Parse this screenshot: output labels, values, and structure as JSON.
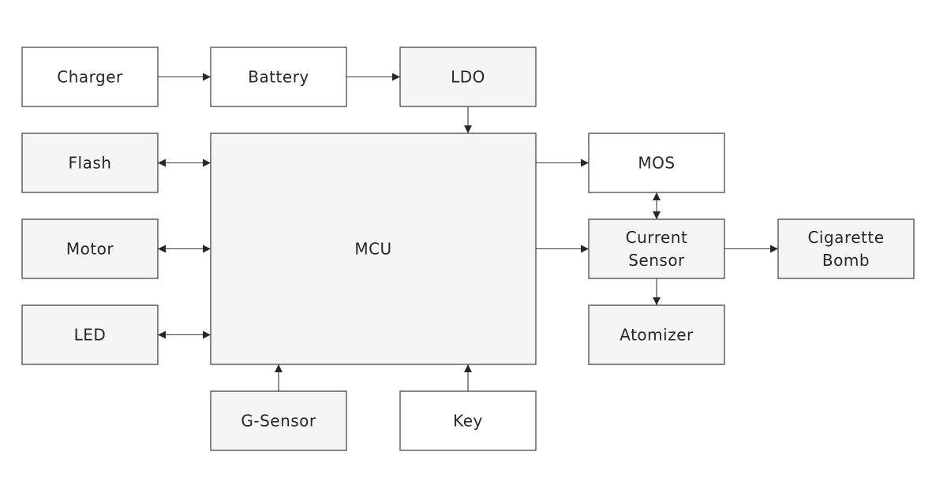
{
  "diagram": {
    "type": "block-diagram",
    "colors": {
      "white_fill": "#ffffff",
      "gray_fill": "#f5f5f5",
      "stroke": "#3a3a3a",
      "text": "#2a2627"
    },
    "blocks": [
      {
        "id": "charger",
        "lines": [
          "Charger"
        ],
        "fill": "white"
      },
      {
        "id": "battery",
        "lines": [
          "Battery"
        ],
        "fill": "white"
      },
      {
        "id": "ldo",
        "lines": [
          "LDO"
        ],
        "fill": "gray"
      },
      {
        "id": "flash",
        "lines": [
          "Flash"
        ],
        "fill": "gray"
      },
      {
        "id": "motor",
        "lines": [
          "Motor"
        ],
        "fill": "gray"
      },
      {
        "id": "led",
        "lines": [
          "LED"
        ],
        "fill": "gray"
      },
      {
        "id": "mcu",
        "lines": [
          "MCU"
        ],
        "fill": "gray"
      },
      {
        "id": "mos",
        "lines": [
          "MOS"
        ],
        "fill": "white"
      },
      {
        "id": "current-sensor",
        "lines": [
          "Current",
          "Sensor"
        ],
        "fill": "gray"
      },
      {
        "id": "cigarette-bomb",
        "lines": [
          "Cigarette",
          "Bomb"
        ],
        "fill": "gray"
      },
      {
        "id": "atomizer",
        "lines": [
          "Atomizer"
        ],
        "fill": "gray"
      },
      {
        "id": "g-sensor",
        "lines": [
          "G-Sensor"
        ],
        "fill": "gray"
      },
      {
        "id": "key",
        "lines": [
          "Key"
        ],
        "fill": "white"
      }
    ],
    "connections": [
      {
        "from": "charger",
        "to": "battery",
        "direction": "forward"
      },
      {
        "from": "battery",
        "to": "ldo",
        "direction": "forward"
      },
      {
        "from": "ldo",
        "to": "mcu",
        "direction": "forward"
      },
      {
        "from": "flash",
        "to": "mcu",
        "direction": "bidirectional"
      },
      {
        "from": "motor",
        "to": "mcu",
        "direction": "bidirectional"
      },
      {
        "from": "led",
        "to": "mcu",
        "direction": "bidirectional"
      },
      {
        "from": "mcu",
        "to": "mos",
        "direction": "forward"
      },
      {
        "from": "mcu",
        "to": "current-sensor",
        "direction": "forward"
      },
      {
        "from": "mos",
        "to": "current-sensor",
        "direction": "bidirectional"
      },
      {
        "from": "current-sensor",
        "to": "cigarette-bomb",
        "direction": "forward"
      },
      {
        "from": "current-sensor",
        "to": "atomizer",
        "direction": "forward"
      },
      {
        "from": "g-sensor",
        "to": "mcu",
        "direction": "forward"
      },
      {
        "from": "key",
        "to": "mcu",
        "direction": "forward"
      }
    ]
  }
}
